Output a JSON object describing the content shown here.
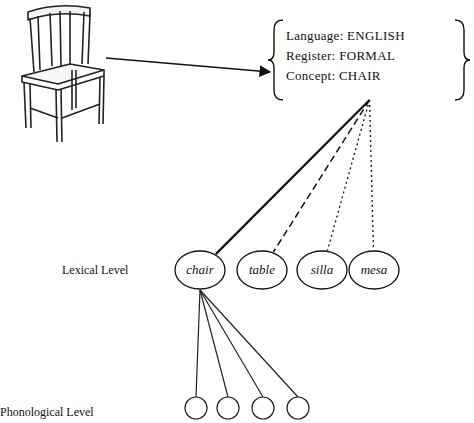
{
  "diagram": {
    "nodes": [
      {
        "text": [
          "Language: ENGLISH",
          "Register: FORMAL",
          "Concept: CHAIR"
        ]
      },
      {
        "text": [
          "chair"
        ]
      },
      {
        "text": [
          "table"
        ]
      },
      {
        "text": [
          "silla"
        ]
      },
      {
        "text": [
          "mesa"
        ]
      }
    ],
    "edges": [
      {
        "from": 0,
        "to": 1,
        "arrow": "none"
      },
      {
        "from": 0,
        "to": 2,
        "arrow": "none"
      },
      {
        "from": 0,
        "to": 3,
        "arrow": "none"
      },
      {
        "from": 0,
        "to": 4,
        "arrow": "none"
      }
    ],
    "labels": [
      "Lexical Level",
      "Phonological Level"
    ]
  }
}
